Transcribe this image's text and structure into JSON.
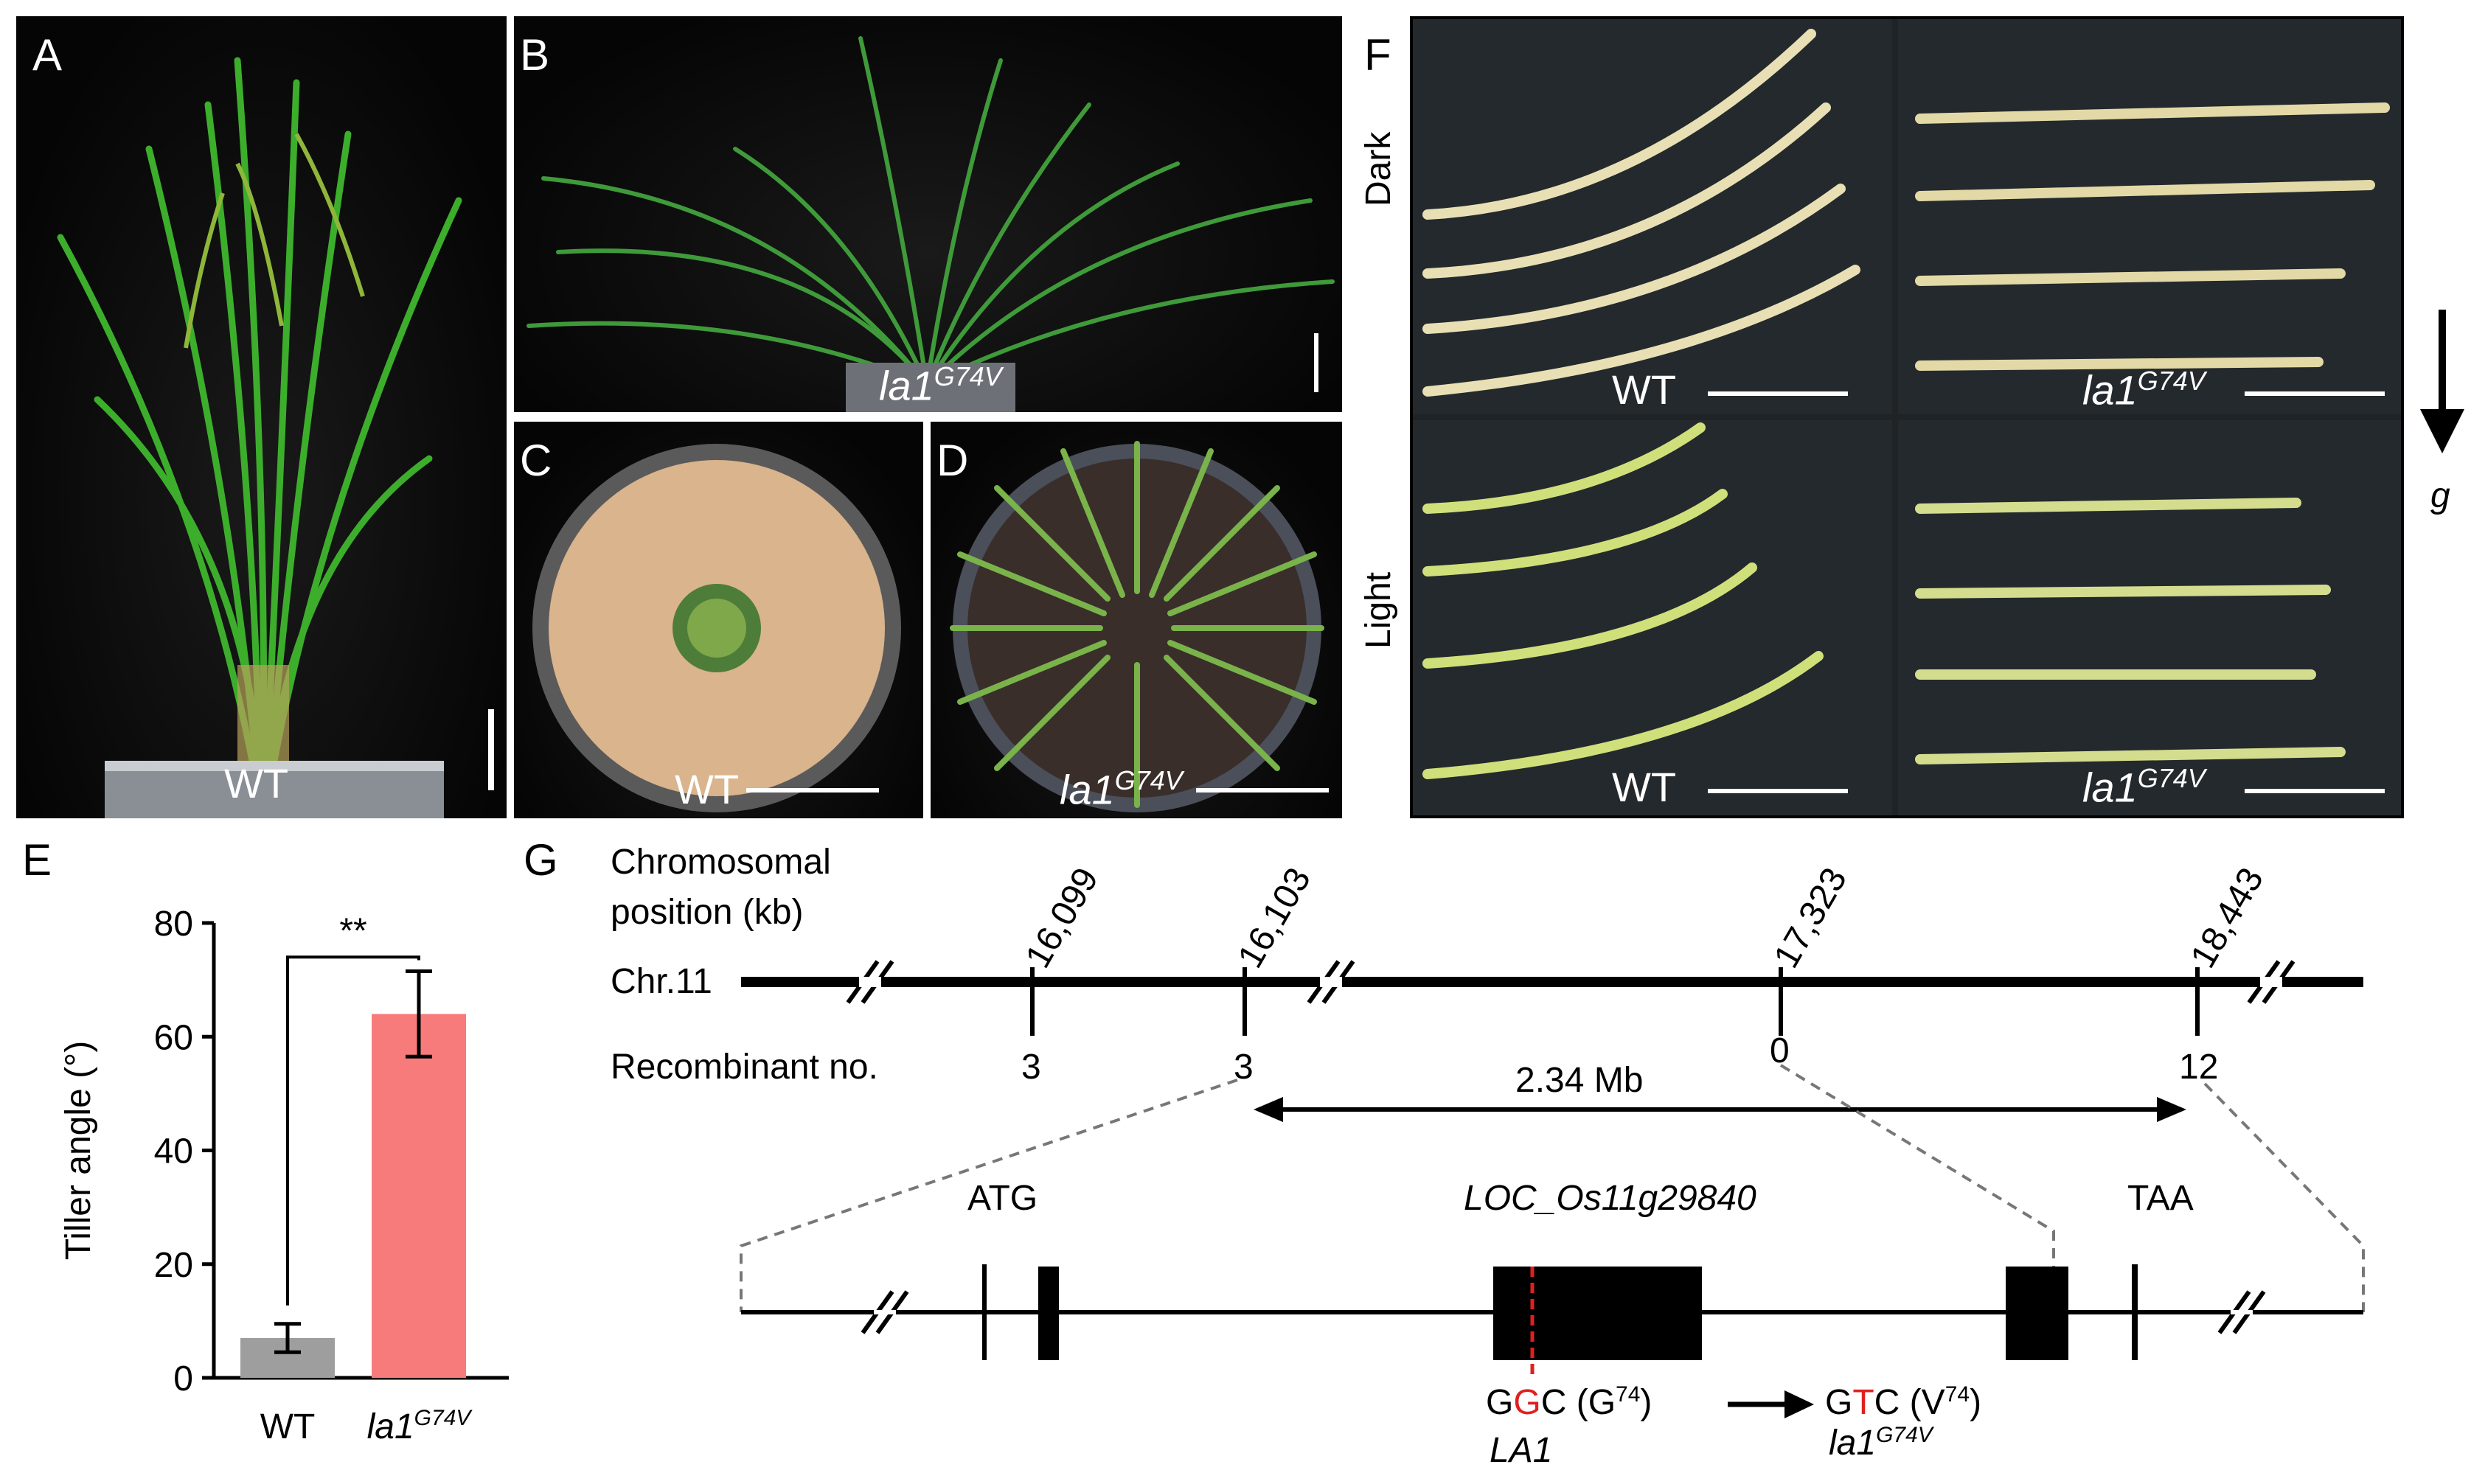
{
  "panels": {
    "A": {
      "label": "A",
      "caption": "WT"
    },
    "B": {
      "label": "B",
      "caption_main": "la1",
      "caption_sup": "G74V"
    },
    "C": {
      "label": "C",
      "caption": "WT"
    },
    "D": {
      "label": "D",
      "caption_main": "la1",
      "caption_sup": "G74V"
    },
    "E": {
      "label": "E"
    },
    "F": {
      "label": "F",
      "row_labels": [
        "Dark",
        "Light"
      ],
      "wt_caption": "WT",
      "mut_caption_main": "la1",
      "mut_caption_sup": "G74V",
      "gravity_label": "g"
    },
    "G": {
      "label": "G"
    }
  },
  "chart_data": {
    "type": "bar",
    "categories": [
      "WT",
      "la1G74V"
    ],
    "category_labels": [
      {
        "main": "WT",
        "sup": ""
      },
      {
        "main": "la1",
        "sup": "G74V"
      }
    ],
    "values": [
      7,
      64
    ],
    "errors": [
      2.5,
      7.5
    ],
    "colors": [
      "#9e9e9e",
      "#f77b7b"
    ],
    "ylabel": "Tiller angle (°)",
    "ylim": [
      0,
      80
    ],
    "yticks": [
      0,
      20,
      40,
      60,
      80
    ],
    "significance": "**",
    "grid": false
  },
  "map": {
    "header_line1": "Chromosomal",
    "header_line2": "position (kb)",
    "chromosome": "Chr.11",
    "recombinant_label": "Recombinant no.",
    "markers": [
      {
        "position": "16,099",
        "recombinants": "3"
      },
      {
        "position": "16,103",
        "recombinants": "3"
      },
      {
        "position": "17,323",
        "recombinants": "0"
      },
      {
        "position": "18,443",
        "recombinants": "12"
      }
    ],
    "interval": "2.34 Mb",
    "start_codon": "ATG",
    "stop_codon": "TAA",
    "gene": "LOC_Os11g29840",
    "mutation": {
      "wt_codon_pre": "G",
      "wt_codon_base": "G",
      "wt_codon_post": "C",
      "wt_aa": "G",
      "wt_aa_pos": "74",
      "mut_codon_pre": "G",
      "mut_codon_base": "T",
      "mut_codon_post": "C",
      "mut_aa": "V",
      "mut_aa_pos": "74",
      "wt_allele": "LA1",
      "mut_allele_main": "la1",
      "mut_allele_sup": "G74V"
    }
  }
}
